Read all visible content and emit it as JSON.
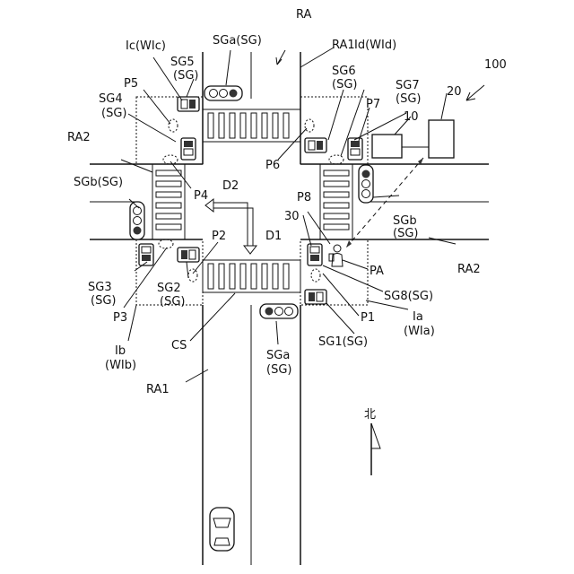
{
  "labels": {
    "ra": "RA",
    "ra1_top": "RA1",
    "ra1_bottom": "RA1",
    "ra2_left": "RA2",
    "ra2_right": "RA2",
    "sga_top": "SGa(SG)",
    "sga_bottom_1": "SGa",
    "sga_bottom_2": "(SG)",
    "sgb_left": "SGb(SG)",
    "sgb_right_1": "SGb",
    "sgb_right_2": "(SG)",
    "ic": "Ic(WIc)",
    "id": "Id(WId)",
    "ia_1": "Ia",
    "ia_2": "(WIa)",
    "ib_1": "Ib",
    "ib_2": "(WIb)",
    "sg5_1": "SG5",
    "sg5_2": "(SG)",
    "sg4_1": "SG4",
    "sg4_2": "(SG)",
    "sg6_1": "SG6",
    "sg6_2": "(SG)",
    "sg7_1": "SG7",
    "sg7_2": "(SG)",
    "sg3_1": "SG3",
    "sg3_2": "(SG)",
    "sg2_1": "SG2",
    "sg2_2": "(SG)",
    "sg8": "SG8(SG)",
    "sg1": "SG1(SG)",
    "p1": "P1",
    "p2": "P2",
    "p3": "P3",
    "p4": "P4",
    "p5": "P5",
    "p6": "P6",
    "p7": "P7",
    "p8": "P8",
    "pa": "PA",
    "d1": "D1",
    "d2": "D2",
    "cs": "CS",
    "n10": "10",
    "n20": "20",
    "n30": "30",
    "n100": "100",
    "north": "北"
  }
}
